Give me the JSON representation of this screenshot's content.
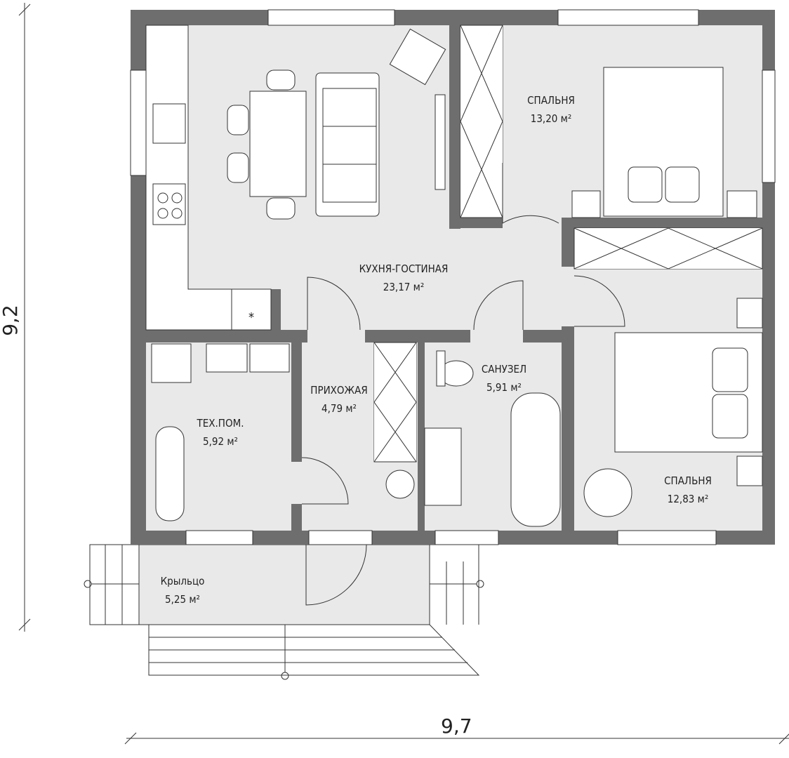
{
  "rooms": [
    {
      "name": "СПАЛЬНЯ",
      "area": "13,20 м²"
    },
    {
      "name": "КУХНЯ-ГОСТИНАЯ",
      "area": "23,17 м²"
    },
    {
      "name": "ПРИХОЖАЯ",
      "area": "4,79 м²"
    },
    {
      "name": "САНУЗЕЛ",
      "area": "5,91 м²"
    },
    {
      "name": "ТЕХ.ПОМ.",
      "area": "5,92 м²"
    },
    {
      "name": "СПАЛЬНЯ",
      "area": "12,83 м²"
    },
    {
      "name": "Крыльцо",
      "area": "5,25 м²"
    }
  ],
  "dimensions": {
    "height": "9,2",
    "width": "9,7"
  },
  "symbols": {
    "fridge_mark": "*"
  },
  "colors": {
    "wall": "#6e6e6e",
    "floor": "#e9e9e9",
    "line": "#333333"
  }
}
